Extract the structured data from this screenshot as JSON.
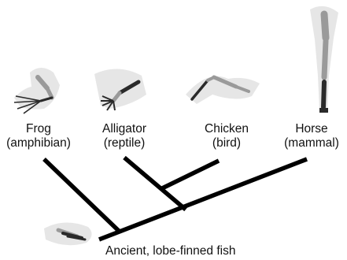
{
  "taxa": [
    {
      "id": "frog",
      "name": "Frog",
      "group": "(amphibian)",
      "icon": "frog-forelimb-icon"
    },
    {
      "id": "alligator",
      "name": "Alligator",
      "group": "(reptile)",
      "icon": "alligator-forelimb-icon"
    },
    {
      "id": "chicken",
      "name": "Chicken",
      "group": "(bird)",
      "icon": "chicken-wing-icon"
    },
    {
      "id": "horse",
      "name": "Horse",
      "group": "(mammal)",
      "icon": "horse-leg-icon"
    }
  ],
  "ancestor": {
    "label": "Ancient, lobe-finned fish",
    "icon": "lobe-fin-icon"
  },
  "colors": {
    "branch": "#000000",
    "bone_dark": "#2a2a2a",
    "bone_light": "#9a9a9a",
    "silhouette": "#e6e6e6"
  }
}
